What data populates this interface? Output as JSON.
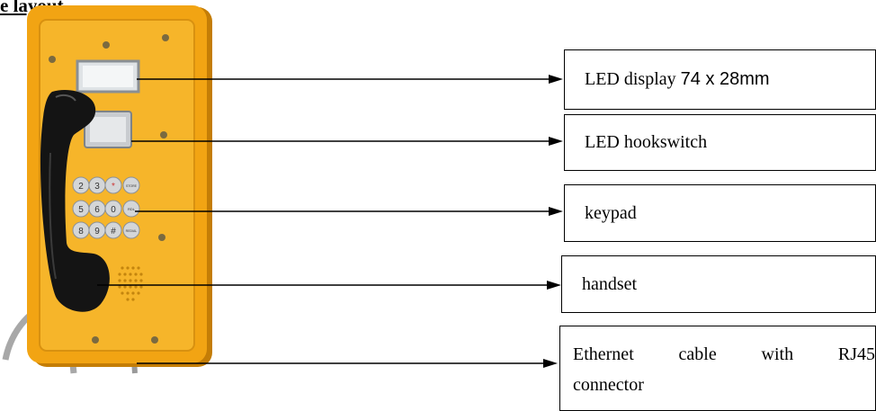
{
  "heading": "e layout",
  "labels": {
    "led_display_prefix": "LED display ",
    "led_display_size": "74 x 28mm",
    "hookswitch": "LED hookswitch",
    "keypad": "keypad",
    "handset": "handset",
    "ethernet_line1": "Ethernet cable with RJ45",
    "ethernet_line2": "connector"
  },
  "keypad_keys": [
    "2",
    "3",
    "*",
    "STORE",
    "5",
    "6",
    "0",
    "RDL",
    "8",
    "9",
    "#",
    "REDIAL"
  ],
  "colors": {
    "phone_body": "#f2a413",
    "phone_edge": "#c47d06",
    "handset": "#141414",
    "cable": "#a8a8a8",
    "arrow": "#000000"
  }
}
